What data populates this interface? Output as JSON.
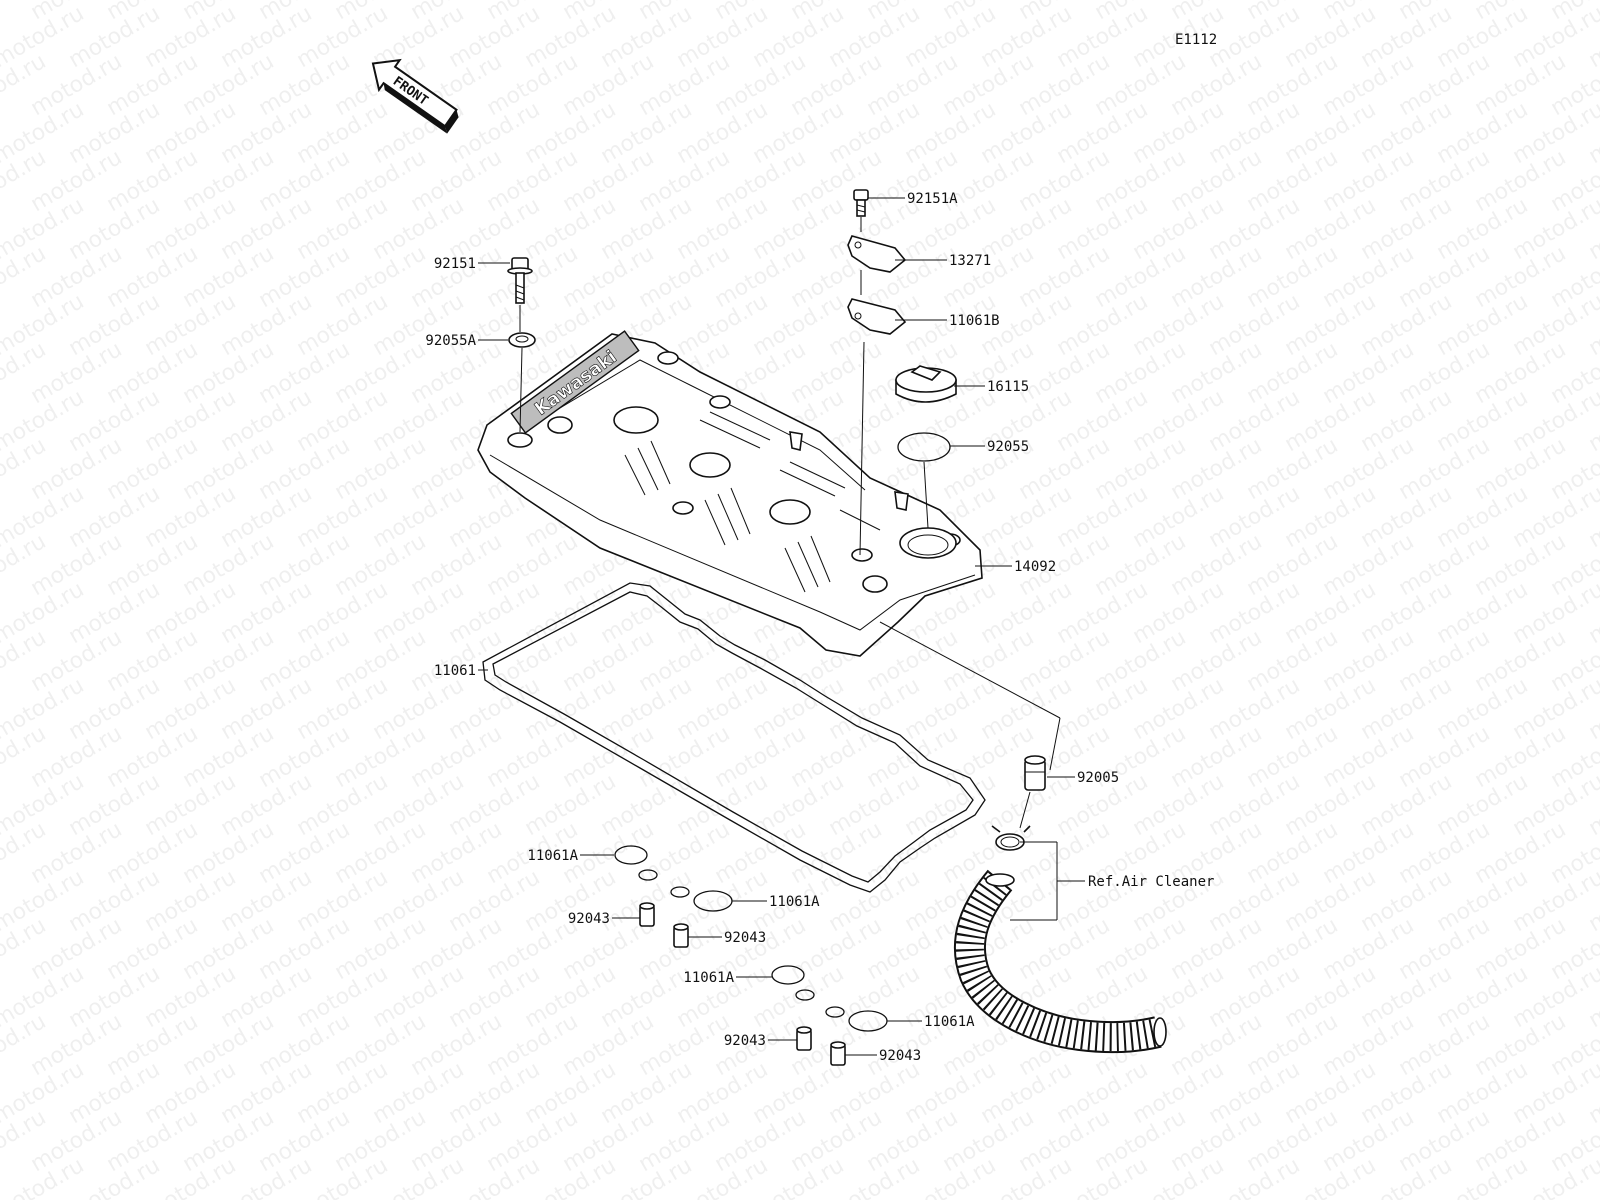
{
  "diagram_id": "E1112",
  "front_label": "FRONT",
  "brand": "Kawasaki",
  "watermark": "motod.ru",
  "ref_note": "Ref.Air Cleaner",
  "callouts": {
    "c92151A": "92151A",
    "c13271": "13271",
    "c11061B": "11061B",
    "c16115": "16115",
    "c92055": "92055",
    "c14092": "14092",
    "c92151": "92151",
    "c92055A": "92055A",
    "c11061": "11061",
    "c92005": "92005",
    "c11061A_1": "11061A",
    "c92043_1": "92043",
    "c11061A_2": "11061A",
    "c92043_2": "92043",
    "c11061A_3": "11061A",
    "c92043_3": "92043",
    "c11061A_4": "11061A",
    "c92043_4": "92043"
  }
}
